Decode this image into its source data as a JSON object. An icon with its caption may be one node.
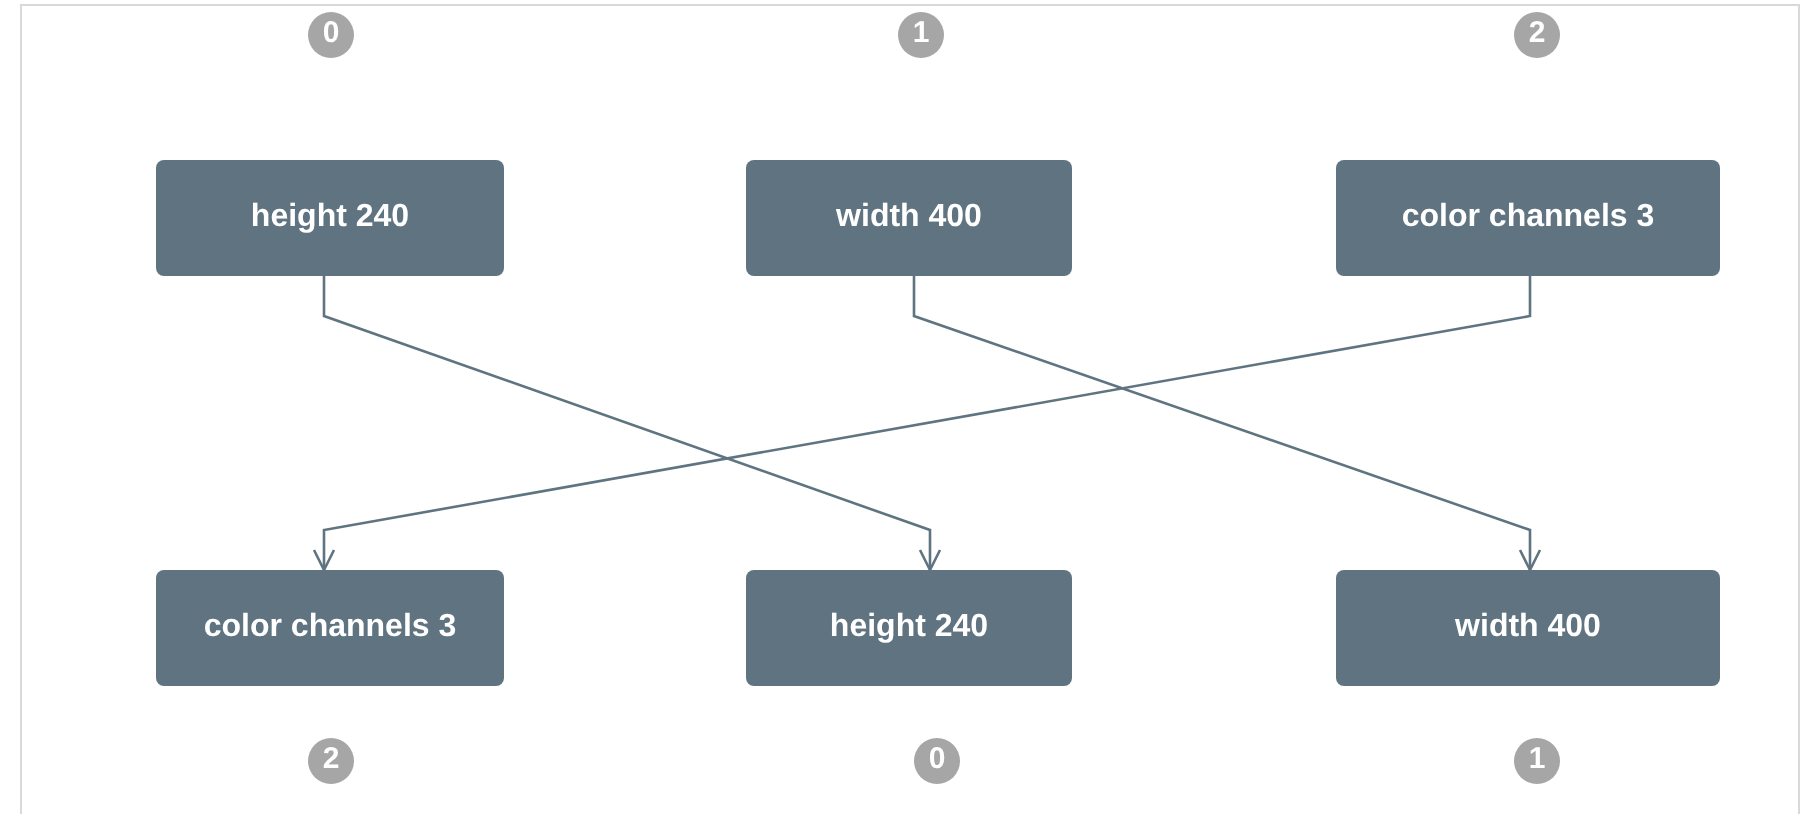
{
  "diagram": {
    "nodes": [
      {
        "text": [
          "height 240"
        ],
        "beside": [
          "0"
        ]
      },
      {
        "text": [
          "width 400"
        ],
        "beside": [
          "1"
        ]
      },
      {
        "text": [
          "color channels 3"
        ],
        "beside": [
          "2"
        ]
      },
      {
        "text": [
          "color channels 3"
        ],
        "beside": [
          "2"
        ]
      },
      {
        "text": [
          "height 240"
        ],
        "beside": [
          "0"
        ]
      },
      {
        "text": [
          "width 400"
        ],
        "beside": [
          "1"
        ]
      }
    ],
    "edges": [
      {
        "from": 0,
        "to": 4,
        "arrow": "to"
      },
      {
        "from": 1,
        "to": 5,
        "arrow": "to"
      },
      {
        "from": 2,
        "to": 3,
        "arrow": "to"
      }
    ]
  }
}
